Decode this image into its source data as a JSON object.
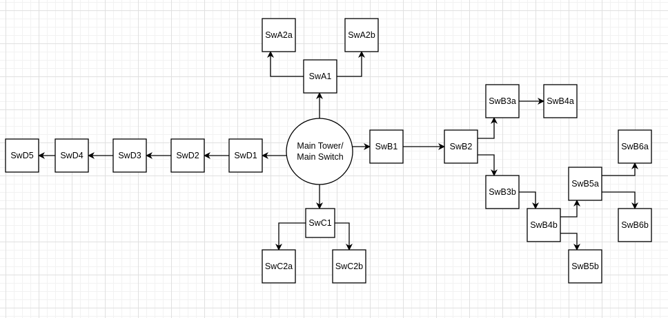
{
  "diagram": {
    "type": "network-topology",
    "hub": {
      "id": "main",
      "label_lines": [
        "Main Tower/",
        "Main Switch"
      ]
    },
    "nodes": [
      {
        "id": "SwA1",
        "label": "SwA1"
      },
      {
        "id": "SwA2a",
        "label": "SwA2a"
      },
      {
        "id": "SwA2b",
        "label": "SwA2b"
      },
      {
        "id": "SwB1",
        "label": "SwB1"
      },
      {
        "id": "SwB2",
        "label": "SwB2"
      },
      {
        "id": "SwB3a",
        "label": "SwB3a"
      },
      {
        "id": "SwB3b",
        "label": "SwB3b"
      },
      {
        "id": "SwB4a",
        "label": "SwB4a"
      },
      {
        "id": "SwB4b",
        "label": "SwB4b"
      },
      {
        "id": "SwB5a",
        "label": "SwB5a"
      },
      {
        "id": "SwB5b",
        "label": "SwB5b"
      },
      {
        "id": "SwB6a",
        "label": "SwB6a"
      },
      {
        "id": "SwB6b",
        "label": "SwB6b"
      },
      {
        "id": "SwC1",
        "label": "SwC1"
      },
      {
        "id": "SwC2a",
        "label": "SwC2a"
      },
      {
        "id": "SwC2b",
        "label": "SwC2b"
      },
      {
        "id": "SwD1",
        "label": "SwD1"
      },
      {
        "id": "SwD2",
        "label": "SwD2"
      },
      {
        "id": "SwD3",
        "label": "SwD3"
      },
      {
        "id": "SwD4",
        "label": "SwD4"
      },
      {
        "id": "SwD5",
        "label": "SwD5"
      }
    ],
    "edges": [
      {
        "from": "main",
        "to": "SwA1"
      },
      {
        "from": "SwA1",
        "to": "SwA2a"
      },
      {
        "from": "SwA1",
        "to": "SwA2b"
      },
      {
        "from": "main",
        "to": "SwB1"
      },
      {
        "from": "SwB1",
        "to": "SwB2"
      },
      {
        "from": "SwB2",
        "to": "SwB3a"
      },
      {
        "from": "SwB2",
        "to": "SwB3b"
      },
      {
        "from": "SwB3a",
        "to": "SwB4a"
      },
      {
        "from": "SwB3b",
        "to": "SwB4b"
      },
      {
        "from": "SwB4b",
        "to": "SwB5a"
      },
      {
        "from": "SwB4b",
        "to": "SwB5b"
      },
      {
        "from": "SwB5a",
        "to": "SwB6a"
      },
      {
        "from": "SwB5a",
        "to": "SwB6b"
      },
      {
        "from": "main",
        "to": "SwC1"
      },
      {
        "from": "SwC1",
        "to": "SwC2a"
      },
      {
        "from": "SwC1",
        "to": "SwC2b"
      },
      {
        "from": "main",
        "to": "SwD1"
      },
      {
        "from": "SwD1",
        "to": "SwD2"
      },
      {
        "from": "SwD2",
        "to": "SwD3"
      },
      {
        "from": "SwD3",
        "to": "SwD4"
      },
      {
        "from": "SwD4",
        "to": "SwD5"
      }
    ]
  }
}
